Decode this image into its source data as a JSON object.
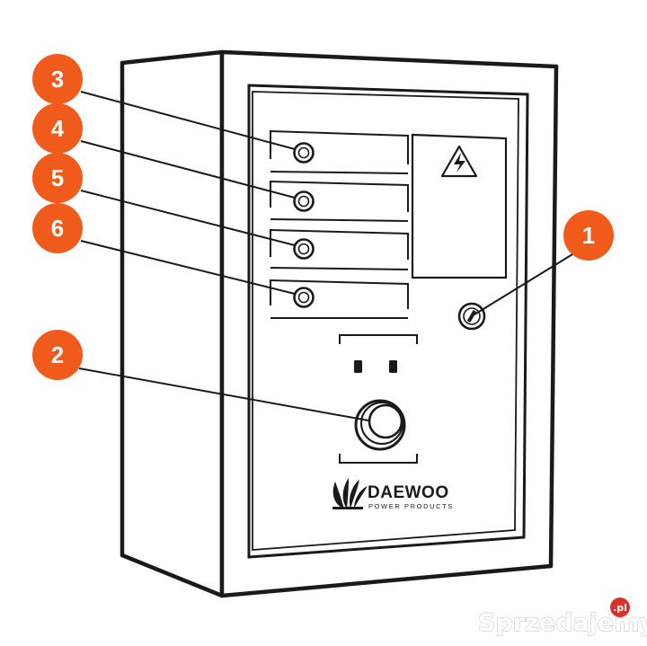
{
  "callouts": [
    {
      "label": "3",
      "target": "indicator-lamp"
    },
    {
      "label": "4",
      "target": "indicator-lamp"
    },
    {
      "label": "5",
      "target": "indicator-lamp"
    },
    {
      "label": "6",
      "target": "indicator-lamp"
    },
    {
      "label": "1",
      "target": "key-switch"
    },
    {
      "label": "2",
      "target": "push-button"
    }
  ],
  "brand": {
    "name": "DAEWOO",
    "tagline": "POWER PRODUCTS"
  },
  "watermark": {
    "text": "Sprzedajemy",
    "suffix": ".pl"
  },
  "colors": {
    "callout": "#F05A1A",
    "line": "#1a1a1a",
    "background": "#ffffff"
  },
  "icons": [
    "high-voltage-warning-icon",
    "daewoo-logo-icon",
    "key-switch-icon"
  ]
}
